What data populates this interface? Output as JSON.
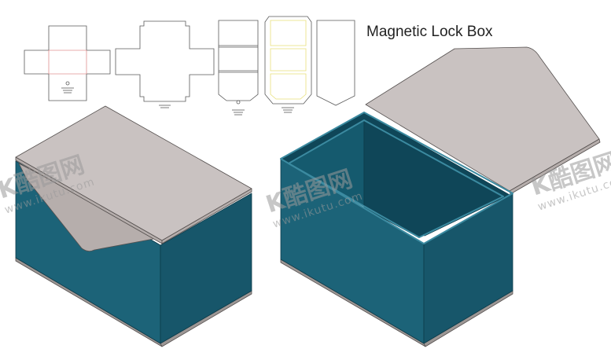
{
  "title": "Magnetic Lock Box",
  "watermark": {
    "brand": "K酷图网",
    "url": "www.ikutu.com"
  },
  "colors": {
    "lid": "#c9c2c1",
    "lid_dark": "#b6aeac",
    "teal_front": "#1c6378",
    "teal_side": "#17566a",
    "teal_inner": "#0f4658",
    "teal_inner_side": "#155a6e",
    "rim": "#3b8aa0",
    "base_edge": "#9d9795",
    "line": "#55504f",
    "dieline": "#5a5a5a",
    "dieline_accent_red": "#e09090",
    "dieline_accent_yellow": "#e8e07a"
  }
}
